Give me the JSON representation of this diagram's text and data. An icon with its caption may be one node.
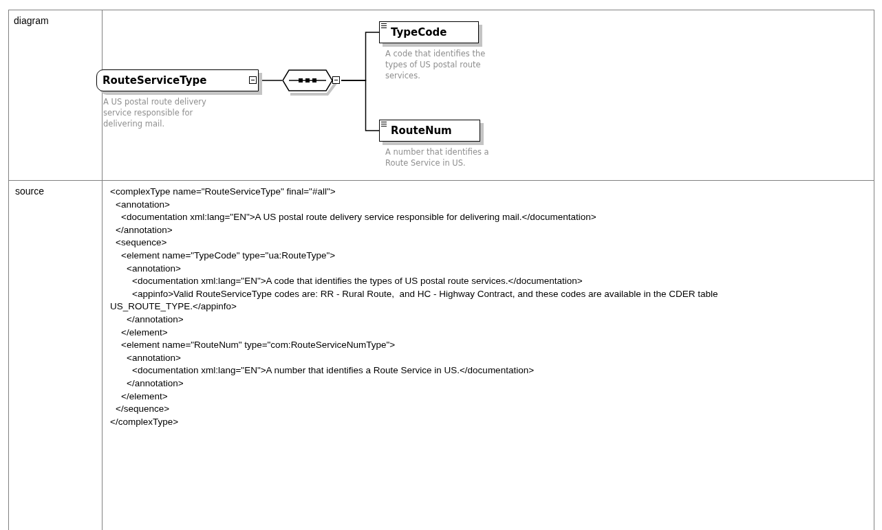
{
  "diagram": {
    "nodes": [
      {
        "text": [
          "RouteServiceType"
        ],
        "beside": [
          "A US postal route delivery service responsible for delivering mail."
        ]
      },
      {
        "text": [],
        "shape": "octagon"
      },
      {
        "text": [
          "TypeCode"
        ],
        "beside": [
          "A code that identifies the types of US postal route services."
        ]
      },
      {
        "text": [
          "RouteNum"
        ],
        "beside": [
          "A number that identifies a Route Service in US."
        ]
      }
    ],
    "edges": [
      {
        "from": 0,
        "to": 1,
        "arrow": "none"
      },
      {
        "from": 1,
        "to": 2,
        "arrow": "none"
      },
      {
        "from": 1,
        "to": 3,
        "arrow": "none"
      }
    ],
    "labels": [
      "diagram",
      "source",
      "<complexType name=\"RouteServiceType\" final=\"#all\">",
      "<annotation>",
      "<documentation xml:lang=\"EN\">A US postal route delivery service responsible for delivering mail.</documentation>",
      "</annotation>",
      "<sequence>",
      "<element name=\"TypeCode\" type=\"ua:RouteType\">",
      "<annotation>",
      "<documentation xml:lang=\"EN\">A code that identifies the types of US postal route services.</documentation>",
      "<appinfo>Valid RouteServiceType codes are: RR - Rural Route,  and HC - Highway Contract, and these codes are available in the CDER table US_ROUTE_TYPE.</appinfo>",
      "</annotation>",
      "</element>",
      "<element name=\"RouteNum\" type=\"com:RouteServiceNumType\">",
      "<annotation>",
      "<documentation xml:lang=\"EN\">A number that identifies a Route Service in US.</documentation>",
      "</annotation>",
      "</element>",
      "</sequence>",
      "</complexType>"
    ]
  }
}
